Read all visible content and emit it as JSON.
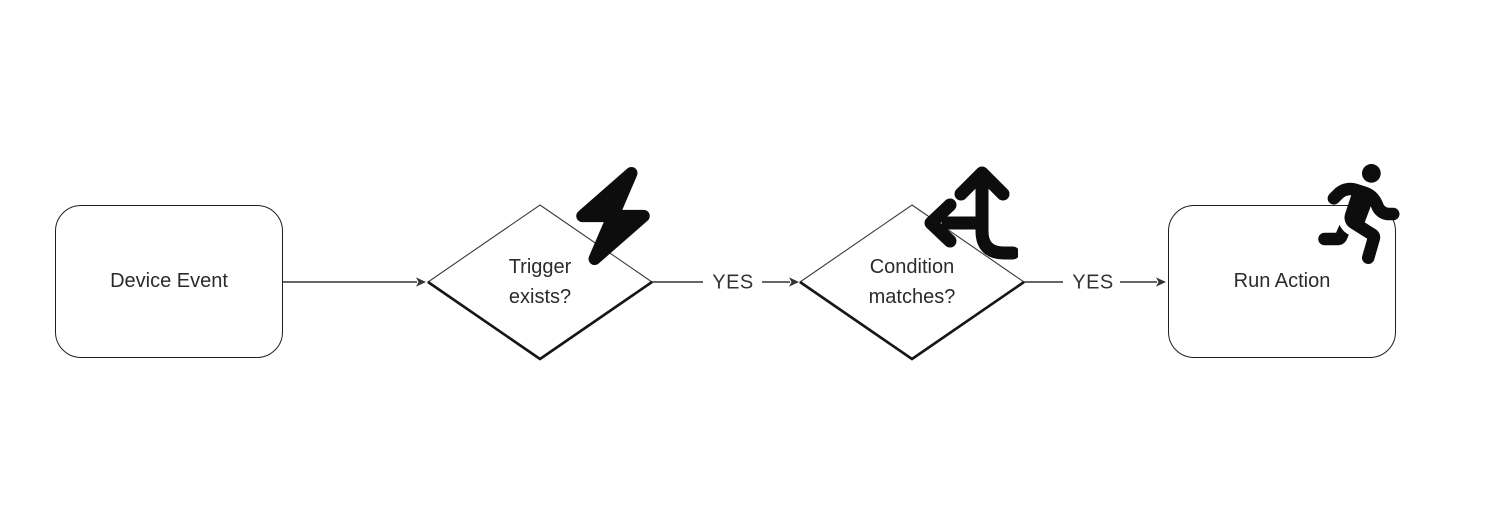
{
  "diagram": {
    "type": "flowchart",
    "direction": "left-to-right",
    "background": "#ffffff",
    "colors": {
      "node_border": "#1f1f1f",
      "diamond_stroke_thin": "#3a3a3a",
      "diamond_stroke_thick": "#161616",
      "edge_line": "#333333",
      "text": "#2b2b2b",
      "edge_label_text": "#333333",
      "icon": "#0d0d0d"
    },
    "nodes": [
      {
        "id": "device-event",
        "shape": "rounded-rectangle",
        "label": "Device Event",
        "icon": null
      },
      {
        "id": "trigger-exists",
        "shape": "diamond",
        "label": "Trigger exists?",
        "icon": "bolt-icon"
      },
      {
        "id": "condition-matches",
        "shape": "diamond",
        "label": "Condition matches?",
        "icon": "arrows-split-up-and-left-icon"
      },
      {
        "id": "run-action",
        "shape": "rounded-rectangle",
        "label": "Run Action",
        "icon": "person-running-icon"
      }
    ],
    "edges": [
      {
        "from": "device-event",
        "to": "trigger-exists",
        "label": ""
      },
      {
        "from": "trigger-exists",
        "to": "condition-matches",
        "label": "YES"
      },
      {
        "from": "condition-matches",
        "to": "run-action",
        "label": "YES"
      }
    ]
  }
}
